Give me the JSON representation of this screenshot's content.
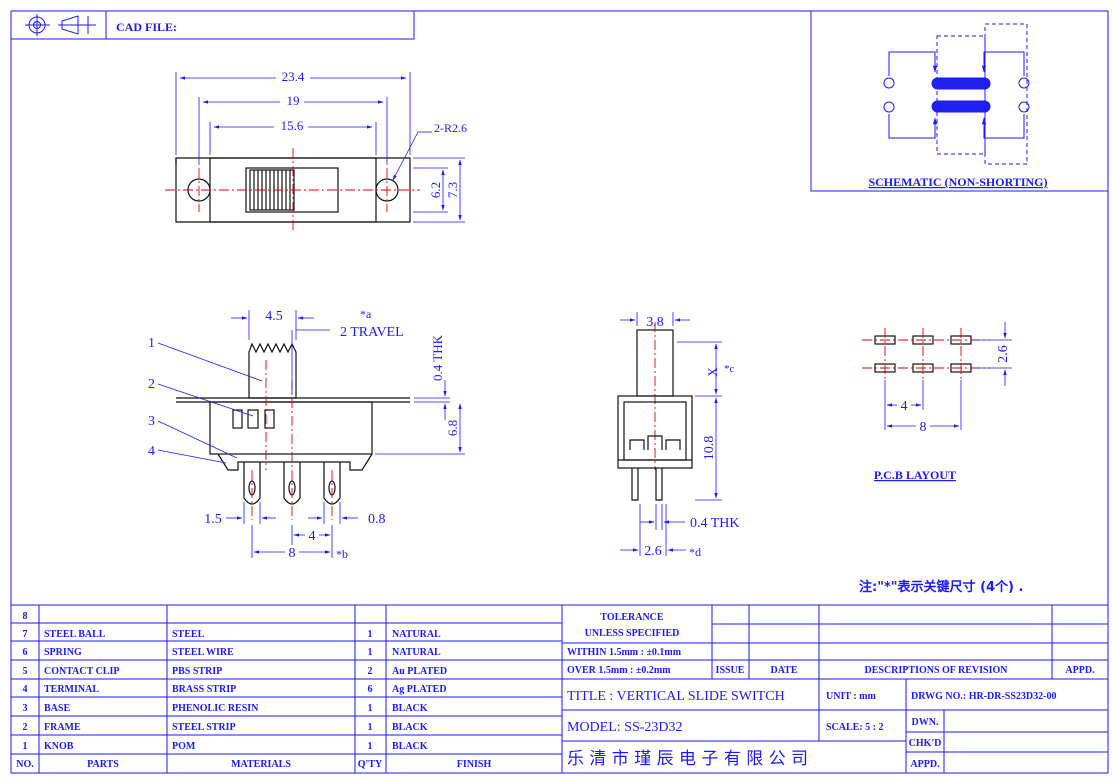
{
  "header": {
    "cad_file_label": "CAD FILE:"
  },
  "top_view": {
    "dim_overall": "23.4",
    "dim_hole_pitch": "19",
    "dim_inner": "15.6",
    "dim_radius": "2-R2.6",
    "dim_height_inner": "6.2",
    "dim_height_outer": "7.3"
  },
  "schematic": {
    "label": "SCHEMATIC (NON-SHORTING)"
  },
  "side_view": {
    "dim_knob_width": "4.5",
    "note_a": "*a",
    "travel_label": "2 TRAVEL",
    "thk_label": "0.4 THK",
    "dim_body_height": "6.8",
    "dim_pin_width": "1.5",
    "dim_pin_gap": "0.8",
    "dim_pitch": "4",
    "dim_span": "8",
    "note_b": "*b",
    "callouts": [
      "1",
      "2",
      "3",
      "4"
    ]
  },
  "end_view": {
    "dim_knob_width": "3.8",
    "x_label": "X",
    "note_c": "*c",
    "dim_height": "10.8",
    "thk_label": "0.4 THK",
    "dim_pin": "2.6",
    "note_d": "*d"
  },
  "pcb_layout": {
    "dim_row": "2.6",
    "dim_pitch": "4",
    "dim_span": "8",
    "label": "P.C.B LAYOUT"
  },
  "note_cn": "注:\"*\"表示关键尺寸 (4个) .",
  "bom": {
    "rows": [
      {
        "no": "8",
        "part": "",
        "material": "",
        "qty": "",
        "finish": ""
      },
      {
        "no": "7",
        "part": "STEEL BALL",
        "material": "STEEL",
        "qty": "1",
        "finish": "NATURAL"
      },
      {
        "no": "6",
        "part": "SPRING",
        "material": "STEEL WIRE",
        "qty": "1",
        "finish": "NATURAL"
      },
      {
        "no": "5",
        "part": "CONTACT CLIP",
        "material": "PBS STRIP",
        "qty": "2",
        "finish": "Au PLATED"
      },
      {
        "no": "4",
        "part": "TERMINAL",
        "material": "BRASS STRIP",
        "qty": "6",
        "finish": "Ag PLATED"
      },
      {
        "no": "3",
        "part": "BASE",
        "material": "PHENOLIC RESIN",
        "qty": "1",
        "finish": "BLACK"
      },
      {
        "no": "2",
        "part": "FRAME",
        "material": "STEEL STRIP",
        "qty": "1",
        "finish": "BLACK"
      },
      {
        "no": "1",
        "part": "KNOB",
        "material": "POM",
        "qty": "1",
        "finish": "BLACK"
      }
    ],
    "headers": {
      "no": "NO.",
      "parts": "PARTS",
      "materials": "MATERIALS",
      "qty": "Q'TY",
      "finish": "FINISH"
    }
  },
  "title_block": {
    "tolerance_1": "TOLERANCE",
    "tolerance_2": "UNLESS  SPECIFIED",
    "within": "WITHIN 1.5mm : ±0.1mm",
    "over": "OVER 1.5mm : ±0.2mm",
    "issue": "ISSUE",
    "date": "DATE",
    "descriptions": "DESCRIPTIONS OF REVISION",
    "appd": "APPD.",
    "title": "TITLE : VERTICAL SLIDE SWITCH",
    "unit": "UNIT :  mm",
    "drwg_no": "DRWG NO.: HR-DR-SS23D32-00",
    "model": "MODEL: SS-23D32",
    "scale": "SCALE: 5 : 2",
    "dwn": "DWN.",
    "chkd": "CHK'D",
    "appd2": "APPD.",
    "company": "乐 清 市 瑾 辰 电 子 有 限 公 司"
  }
}
